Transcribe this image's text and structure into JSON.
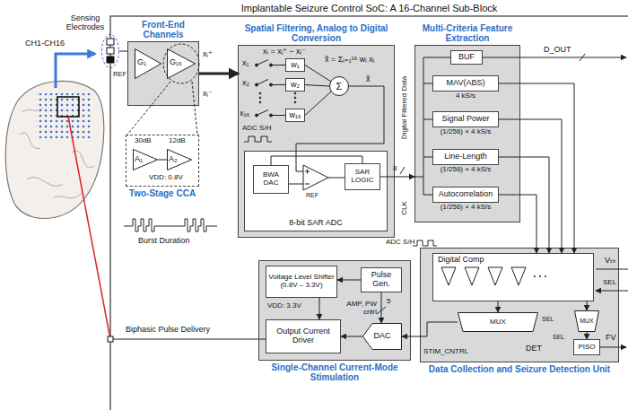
{
  "diagram": {
    "title": "Implantable Seizure Control SoC: A 16-Channel Sub-Block",
    "nodes": [
      {
        "text": [
          "Sensing Electrodes"
        ]
      },
      {
        "text": [
          "Front-End Channels"
        ]
      },
      {
        "text": [
          "G₁"
        ],
        "in": 1
      },
      {
        "text": [
          "G₁₆"
        ],
        "in": 1
      },
      {
        "text": [
          "Two-Stage CCA"
        ]
      },
      {
        "text": [
          "A₁"
        ],
        "in": 4
      },
      {
        "text": [
          "A₂"
        ],
        "in": 4
      },
      {
        "text": [
          "Spatial Filtering, Analog to Digital Conversion"
        ]
      },
      {
        "text": [
          "w₁"
        ],
        "in": 7
      },
      {
        "text": [
          "w₂"
        ],
        "in": 7
      },
      {
        "text": [
          "w₁₆"
        ],
        "in": 7
      },
      {
        "text": [
          "Σ"
        ],
        "in": 7
      },
      {
        "text": [
          "8-bit SAR ADC"
        ],
        "in": 7
      },
      {
        "text": [
          "BWA DAC"
        ],
        "in": 12
      },
      {
        "text": [
          "SAR LOGIC"
        ],
        "in": 12
      },
      {
        "text": [
          "Multi-Criteria Feature Extraction"
        ]
      },
      {
        "text": [
          "BUF"
        ],
        "in": 15
      },
      {
        "text": [
          "MAV(ABS)",
          "4 kS/s"
        ],
        "in": 15
      },
      {
        "text": [
          "Signal Power",
          "(1/256) × 4 kS/s"
        ],
        "in": 15
      },
      {
        "text": [
          "Line-Length",
          "(1/256) × 4 kS/s"
        ],
        "in": 15
      },
      {
        "text": [
          "Autocorrelation",
          "(1/256) × 4 kS/s"
        ],
        "in": 15
      },
      {
        "text": [
          "Single-Channel Current-Mode Stimulation"
        ]
      },
      {
        "text": [
          "Voltage Level Shifter (0.8V – 3.3V)"
        ],
        "in": 21
      },
      {
        "text": [
          "Pulse Gen."
        ],
        "in": 21
      },
      {
        "text": [
          "Output Current Driver"
        ],
        "in": 21
      },
      {
        "text": [
          "DAC"
        ],
        "in": 21
      },
      {
        "text": [
          "DET",
          "Data Collection and Seizure Detection Unit"
        ]
      },
      {
        "text": [
          "Digital Comp"
        ],
        "in": 26
      },
      {
        "text": [
          "MUX"
        ],
        "in": 26
      },
      {
        "text": [
          "PISO"
        ],
        "in": 26
      },
      {
        "text": [
          "MUX"
        ],
        "in": 26
      }
    ],
    "edges": [
      {
        "from": 0,
        "to": 1,
        "arrow": "none"
      },
      {
        "from": 5,
        "to": 6,
        "arrow": "none"
      },
      {
        "from": 1,
        "to": 7,
        "arrow": "to"
      },
      {
        "from": 14,
        "to": 15,
        "arrow": "to"
      },
      {
        "from": 17,
        "to": 27,
        "arrow": "to"
      },
      {
        "from": 18,
        "to": 27,
        "arrow": "to"
      },
      {
        "from": 19,
        "to": 27,
        "arrow": "to"
      },
      {
        "from": 20,
        "to": 27,
        "arrow": "to"
      },
      {
        "from": 27,
        "to": 28,
        "arrow": "to"
      },
      {
        "from": 27,
        "to": 30,
        "arrow": "to"
      },
      {
        "from": 28,
        "to": 29,
        "arrow": "to"
      },
      {
        "from": 30,
        "to": 25,
        "arrow": "to",
        "label": "STIM_CNTRL"
      },
      {
        "from": 23,
        "to": 22,
        "arrow": "to"
      },
      {
        "from": 22,
        "to": 24,
        "arrow": "to"
      },
      {
        "from": 23,
        "to": 25,
        "arrow": "to",
        "label": "AMP, PW cntrl"
      },
      {
        "from": 25,
        "to": 24,
        "arrow": "to"
      }
    ],
    "labels": [
      "CH1-CH16",
      "REF",
      "xᵢ⁺",
      "xᵢ⁻",
      "30dB",
      "12dB",
      "VDD: 0.8V",
      "Burst Duration",
      "Biphasic Pulse Delivery",
      "xᵢ = xᵢ⁺ − xᵢ⁻",
      "x₁",
      "x₂",
      "x₁₆",
      "x̃ = Σᵢ₌₁¹⁶ wᵢ xᵢ",
      "x̃",
      "ADC S/H",
      "REF",
      "8",
      "Digital Filtered Data",
      "CLK",
      "ADC S/H",
      "D_OUT",
      "VDD: 3.3V",
      "5",
      "Vₜₕ",
      "SEL",
      "FV",
      "SEL",
      "SEL"
    ]
  }
}
